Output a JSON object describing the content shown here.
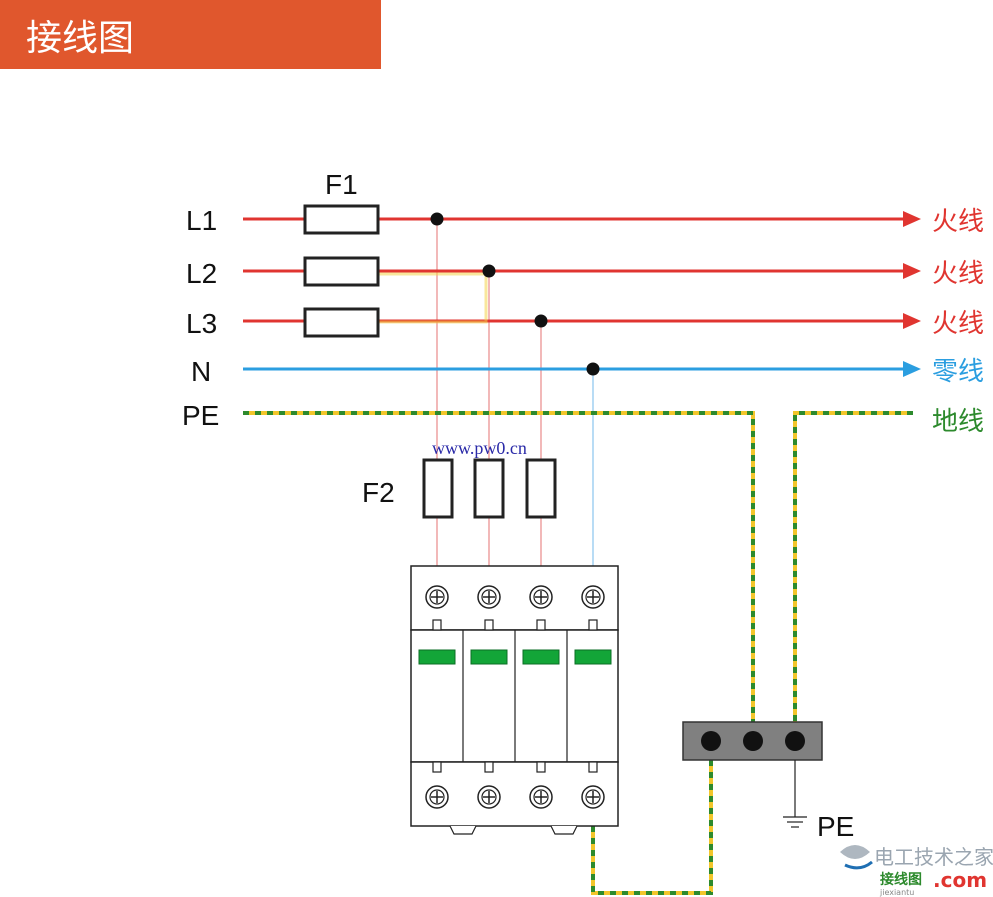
{
  "header": {
    "title": "接线图"
  },
  "labels": {
    "fuse_main": "F1",
    "fuse_spd": "F2",
    "url": "www.pw0.cn",
    "pe_ground": "PE"
  },
  "lines": [
    {
      "id": "L1",
      "label": "L1",
      "dest": "火线",
      "color": "#e03530",
      "dest_color": "#e03530"
    },
    {
      "id": "L2",
      "label": "L2",
      "dest": "火线",
      "color": "#e03530",
      "dest_color": "#e03530"
    },
    {
      "id": "L3",
      "label": "L3",
      "dest": "火线",
      "color": "#e03530",
      "dest_color": "#e03530"
    },
    {
      "id": "N",
      "label": "N",
      "dest": "零线",
      "color": "#2b9ee0",
      "dest_color": "#2b9ee0"
    },
    {
      "id": "PE",
      "label": "PE",
      "dest": "地线",
      "color": "#2d8a2d",
      "dest_color": "#2d8a2d"
    }
  ],
  "colors": {
    "header_bg": "#e0572d",
    "phase": "#e03530",
    "neutral": "#2b9ee0",
    "earth_yellow": "#f2c62b",
    "earth_green": "#2d8a2d",
    "module_window": "#13a538",
    "busbar": "#808080"
  },
  "watermark": {
    "site_name": "电工技术之家",
    "tag": "接线图",
    "domain": ".com",
    "sub": "jiexiantu"
  }
}
